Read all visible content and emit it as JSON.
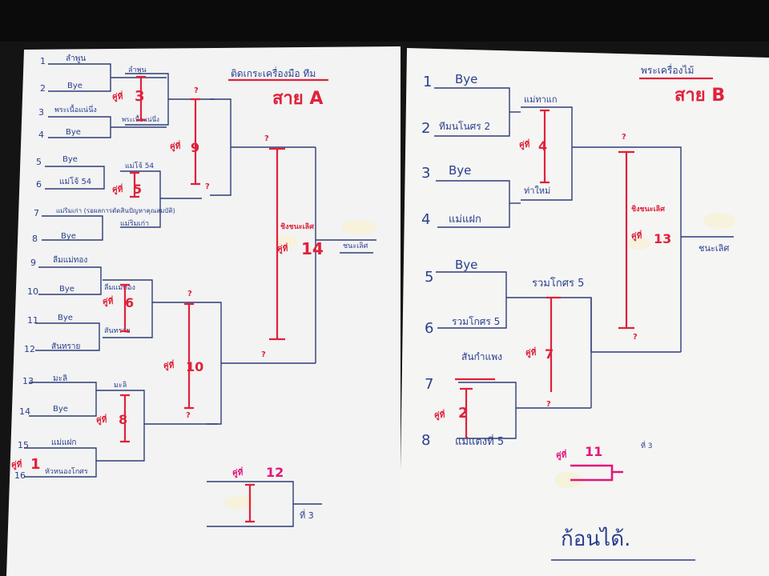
{
  "bracket_a": {
    "header": "ติดเกระเครื่องมือ ทีม",
    "title": "สาย A",
    "seeds": [
      "1",
      "2",
      "3",
      "4",
      "5",
      "6",
      "7",
      "8",
      "9",
      "10",
      "11",
      "12",
      "13",
      "14",
      "15",
      "16"
    ],
    "entries": [
      "ลำพูน",
      "Bye",
      "พระเนื้อแน่นึ่ง",
      "Bye",
      "Bye",
      "แม่โจ้ 54",
      "แม่ริมเก่า (รอผลการตัดสินปัญหาคุณสมบัติ)",
      "Bye",
      "ลืมแม่ทอง",
      "Bye",
      "Bye",
      "สันทราย",
      "มะลิ",
      "Bye",
      "แม่แฝก",
      "หัวหนองโกศร"
    ],
    "r2_winners": [
      "ลำพูน",
      "พระเนื้อแน่นึ่ง",
      "แม่โจ้ 54",
      "แม่ริมเก่า",
      "ลืมแม่ทอง",
      "สันทราย",
      "มะลิ"
    ],
    "matches": [
      {
        "label": "คู่ที่",
        "num": "1"
      },
      {
        "label": "คู่ที่",
        "num": "3"
      },
      {
        "label": "คู่ที่",
        "num": "5"
      },
      {
        "label": "คู่ที่",
        "num": "6"
      },
      {
        "label": "คู่ที่",
        "num": "8"
      },
      {
        "label": "คู่ที่",
        "num": "9"
      },
      {
        "label": "คู่ที่",
        "num": "10"
      },
      {
        "label": "คู่ที่",
        "num": "12"
      },
      {
        "label": "คู่ที่",
        "num": "14"
      }
    ],
    "pending_marks": [
      "?",
      "?",
      "?",
      "?",
      "?",
      "?"
    ],
    "final_tag": "ชิงชนะเลิศ",
    "winner": "ชนะเลิศ",
    "third": "ที่ 3"
  },
  "bracket_b": {
    "header": "พระเครื่องไม้",
    "title": "สาย B",
    "seeds": [
      "1",
      "2",
      "3",
      "4",
      "5",
      "6",
      "7",
      "8"
    ],
    "entries": [
      "Bye",
      "ทีมนโนศร 2",
      "Bye",
      "แม่แฝก",
      "Bye",
      "รวมโกศร 5",
      "สันกำแพง",
      "แม่แตงที่ 5"
    ],
    "r2_winners": [
      "แม่ทาแก",
      "ท่าใหม่",
      "รวมโกศร 5",
      "สันกำแพง"
    ],
    "matches": [
      {
        "label": "คู่ที่",
        "num": "4"
      },
      {
        "label": "คู่ที่",
        "num": "7"
      },
      {
        "label": "คู่ที่",
        "num": "2"
      },
      {
        "label": "คู่ที่",
        "num": "13"
      },
      {
        "label": "คู่ที่",
        "num": "11"
      }
    ],
    "pending_marks": [
      "?",
      "?",
      "?"
    ],
    "final_tag": "ชิงชนะเลิศ",
    "winner": "ชนะเลิศ",
    "third": "ที่ 3",
    "footer": "ก้อนได้."
  },
  "colors": {
    "paper": "#f4f4f2",
    "marker_blue": "#2b3f8f",
    "marker_red": "#e0213a",
    "marker_magenta": "#e2177a",
    "backdrop": "#141414"
  }
}
